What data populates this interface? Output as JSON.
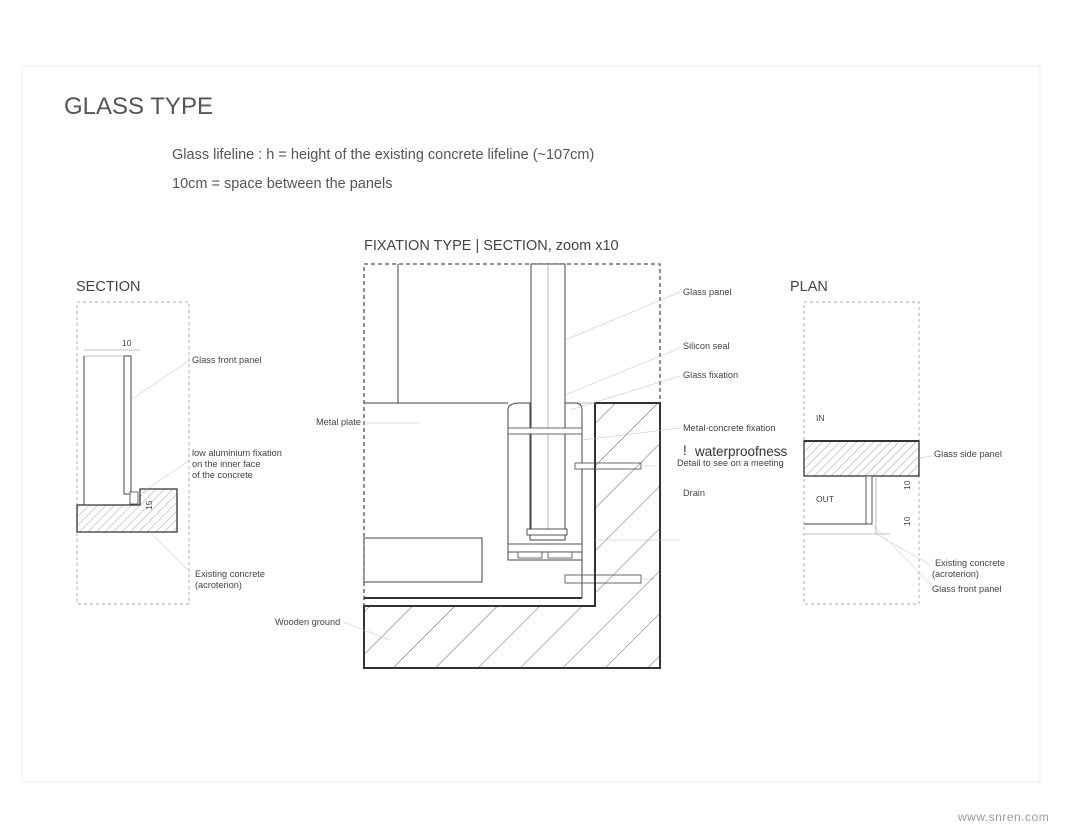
{
  "title": "GLASS TYPE",
  "notes": {
    "line1": "Glass lifeline :  h = height of the existing concrete lifeline (~107cm)",
    "line2": "10cm = space between the panels"
  },
  "section_view": {
    "heading": "SECTION",
    "dim_top": "10",
    "dim_side": "15",
    "labels": {
      "glass_front_panel": "Glass front panel",
      "fixation_line1": "low aluminium fixation",
      "fixation_line2": "on the inner face",
      "fixation_line3": "of the concrete",
      "concrete_line1": "Existing concrete",
      "concrete_line2": "(acroterion)"
    }
  },
  "fixation_view": {
    "heading": "FIXATION TYPE  | SECTION, zoom x10",
    "labels": {
      "glass_panel": "Glass panel",
      "silicon_seal": "Silicon seal",
      "glass_fixation": "Glass fixation",
      "metal_concrete_fixation": "Metal-concrete fixation",
      "waterproofness_mark": "!",
      "waterproofness": "waterproofness",
      "detail_note": "Detail to see on a meeting",
      "drain": "Drain",
      "metal_plate": "Metal plate",
      "wooden_ground": "Wooden ground"
    }
  },
  "plan_view": {
    "heading": "PLAN",
    "in_label": "IN",
    "out_label": "OUT",
    "dim_1": "10",
    "dim_2": "10",
    "labels": {
      "glass_side_panel": "Glass side panel",
      "concrete_line1": "Existing concrete",
      "concrete_line2": "(acroterion)",
      "glass_front_panel": "Glass front panel"
    }
  },
  "watermark": "www.snren.com"
}
